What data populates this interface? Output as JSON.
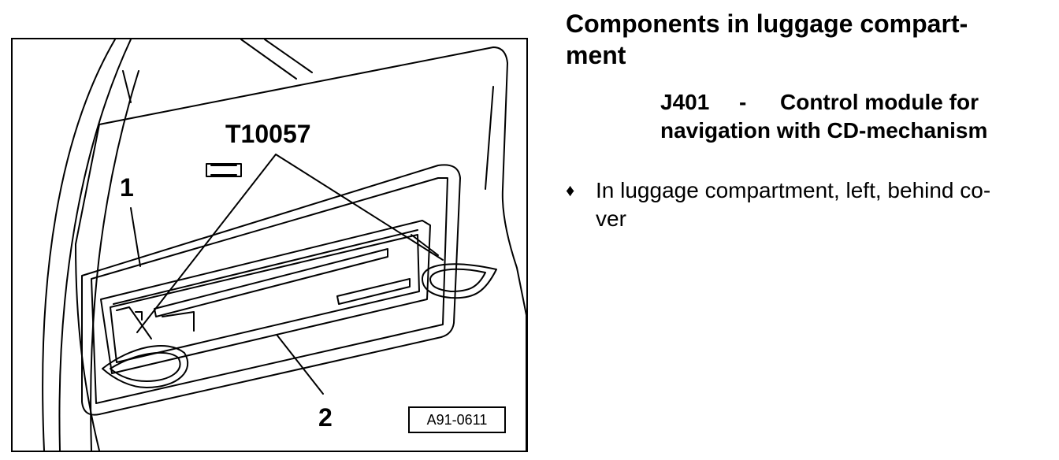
{
  "figure": {
    "tool_label": "T10057",
    "callout_1": "1",
    "callout_2": "2",
    "ref_code": "A91-0611"
  },
  "heading": {
    "line1": "Components in luggage compart-",
    "line2": "ment"
  },
  "component": {
    "code": "J401",
    "dash": "-",
    "desc_line1": "Control module for",
    "desc_line2": "navigation with CD-mechanism"
  },
  "bullet": {
    "glyph": "♦",
    "line1": "In luggage compartment, left, behind co-",
    "line2": "ver"
  }
}
